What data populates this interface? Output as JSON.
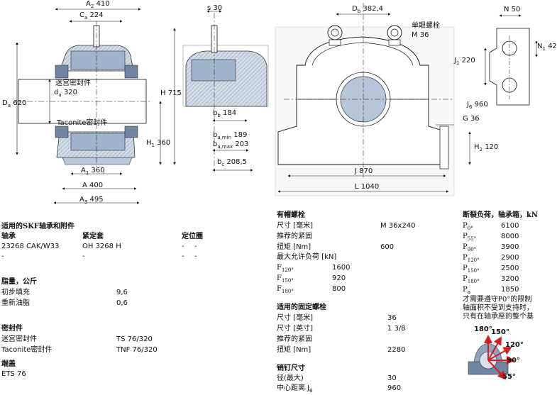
{
  "drawing": {
    "A2": "410",
    "Ca": "224",
    "s": "30",
    "Db": "382,4",
    "eye_bolt_label": "单眼螺栓",
    "eye_bolt_size": "M 36",
    "N": "50",
    "N1": "42",
    "J1": "220",
    "J6": "960",
    "G": "36",
    "H2": "120",
    "Da": "620",
    "da": "320",
    "H": "715",
    "H1": "360",
    "labyrinth": "迷宫密封件",
    "taconite": "Taconite密封件",
    "bb": "184",
    "bamin": "189",
    "bamax": "203",
    "bc": "208,5",
    "A1": "360",
    "A": "400",
    "A3": "495",
    "J": "870",
    "L": "1040"
  },
  "left": {
    "bearings_title": "适用的SKF轴承和附件",
    "col_bearing": "轴承",
    "col_sleeve": "紧定套",
    "col_ring": "定位圈",
    "row1": [
      "23268 CAK/W33",
      "OH 3268 H",
      "-",
      "-"
    ],
    "row2": [
      "-",
      "-",
      "-",
      "-"
    ],
    "grease_title": "脂量，公斤",
    "grease_initial_label": "初步填充",
    "grease_initial": "9,6",
    "grease_relub_label": "重新油脂",
    "grease_relub": "0,6",
    "seals_title": "密封件",
    "seal_lab_label": "迷宫密封件",
    "seal_lab": "TS 76/320",
    "seal_tac_label": "Taconite密封件",
    "seal_tac": "TNF 76/320",
    "endcap_title": "端盖",
    "endcap": "ETS 76"
  },
  "middle": {
    "cap_bolts_title": "有帽螺栓",
    "size_label": "尺寸 [毫米]",
    "size_value": "M 36x240",
    "tighten_label": "推荐的紧固",
    "torque_label": "扭矩 [Nm]",
    "torque_value": "600",
    "max_load_label": "最大允许负荷 [kN]",
    "f120": "1600",
    "f150": "920",
    "f180": "800",
    "fix_bolts_title": "适用的固定螺栓",
    "fix_size_mm_label": "尺寸 [毫米]",
    "fix_size_mm": "36",
    "fix_size_in_label": "尺寸 [英寸]",
    "fix_size_in": "1 3/8",
    "fix_tighten_label": "推荐的紧固",
    "fix_torque_label": "扭矩 [Nm]",
    "fix_torque": "2280",
    "dowel_title": "销钉尺寸",
    "dowel_dia_label": "径(最大)",
    "dowel_dia": "30",
    "dowel_dist_label": "中心距离 J",
    "dowel_dist": "960"
  },
  "right": {
    "title": "断裂负荷，轴承箱，kN",
    "p0": "6100",
    "p55": "8000",
    "p90": "3900",
    "p120": "2900",
    "p150": "2500",
    "p180": "3200",
    "pa": "1850",
    "note1": "才需要遵守P0°的限制",
    "note2": "轴面积不受到支持时，",
    "note3": "只有在轴承座的整个基",
    "a180": "180°",
    "a150": "150°",
    "a120": "120°",
    "a90": "90°",
    "a55": "55°"
  }
}
